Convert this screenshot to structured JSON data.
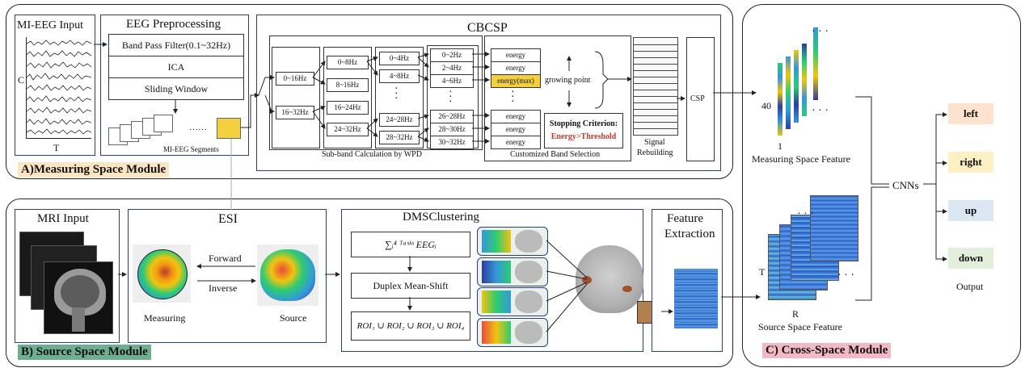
{
  "measuring": {
    "eeg_input_title": "MI-EEG Input",
    "c_label": "C",
    "t_label": "T",
    "preproc_title": "EEG Preprocessing",
    "steps": [
      "Band Pass Filter(0.1~32Hz)",
      "ICA",
      "Sliding Window"
    ],
    "segments_dots": "……",
    "segments_label": "MI-EEG Segments",
    "cbcsp_title": "CBCSP",
    "wpd_col1": [
      "0~16Hz",
      "16~32Hz"
    ],
    "wpd_col2": [
      "0~8Hz",
      "8~16Hz",
      "16~24Hz",
      "24~32Hz"
    ],
    "wpd_col3": [
      "0~4Hz",
      "4~8Hz",
      "24~28Hz",
      "28~32Hz"
    ],
    "wpd_col4": [
      "0~2Hz",
      "2~4Hz",
      "4~6Hz",
      "26~28Hz",
      "28~30Hz",
      "30~32Hz"
    ],
    "energy": [
      "energy",
      "energy",
      "energy(max)",
      "energy",
      "energy",
      "energy"
    ],
    "growing_point": "growing point",
    "stopping_title": "Stopping Criterion:",
    "stopping_rule": "Energy>Threshold",
    "wpd_caption": "Sub-band Calculation by WPD",
    "band_caption": "Customized Band Selection",
    "signal_caption_1": "Signal",
    "signal_caption_2": "Rebuilding",
    "csp_label": "CSP",
    "module_label": "A)Measuring Space Module"
  },
  "source": {
    "mri_title": "MRI Input",
    "esi_title": "ESI",
    "forward": "Forward",
    "inverse": "Inverse",
    "measuring": "Measuring",
    "source": "Source",
    "dms_title": "DMSClustering",
    "sum_formula": "∑ᵢ⁴ ᵀᵃˢᵏˢ EEGᵢ",
    "mean_shift": "Duplex Mean-Shift",
    "roi_union": "ROI₁ ∪ ROI₂ ∪ ROI₃ ∪ ROI₄",
    "feature_title_1": "Feature",
    "feature_title_2": "Extraction",
    "module_label": "B) Source Space Module"
  },
  "cross": {
    "ms_40": "40",
    "ms_1": "1",
    "ms_caption": "Measuring Space Feature",
    "ss_t": "T",
    "ss_r": "R",
    "ss_caption": "Source Space Feature",
    "cnns": "CNNs",
    "outputs": [
      "left",
      "right",
      "up",
      "down"
    ],
    "output_caption": "Output",
    "module_label": "C) Cross-Space Module"
  },
  "colors": {
    "measuring_label_bg": "#fbe5c3",
    "source_label_bg": "#6fae8f",
    "cross_label_bg": "#f2b8c6",
    "left_bg": "#fce2cf",
    "right_bg": "#fdf0c4",
    "up_bg": "#dde7f3",
    "down_bg": "#e2efdb",
    "energy_max": "#f4d03f",
    "stopping_text": "#c0392b",
    "box_border": "#2a3f7a"
  }
}
